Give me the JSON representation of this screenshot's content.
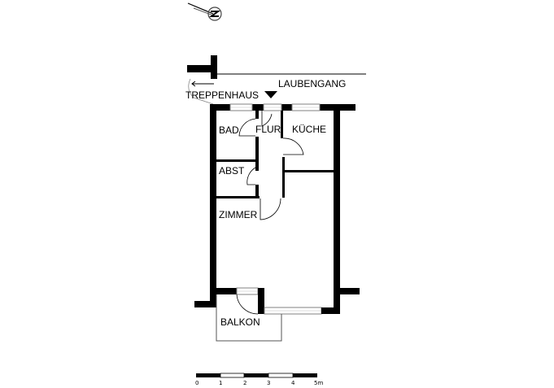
{
  "plan": {
    "rooms": {
      "bad": "BAD",
      "flur": "FLUR",
      "kueche": "KÜCHE",
      "abst": "ABST",
      "zimmer": "ZIMMER",
      "balkon": "BALKON"
    },
    "annotations": {
      "laubengang": "LAUBENGANG",
      "treppenhaus": "TREPPENHAUS"
    },
    "entrance_marker": "triangle-down",
    "north_arrow": "north-arrow-icon"
  },
  "scale_bar": {
    "ticks": [
      "0",
      "1",
      "2",
      "3",
      "4",
      "5m"
    ],
    "unit": "m"
  },
  "colors": {
    "wall": "#000000",
    "window": "#808080",
    "background": "#ffffff"
  }
}
